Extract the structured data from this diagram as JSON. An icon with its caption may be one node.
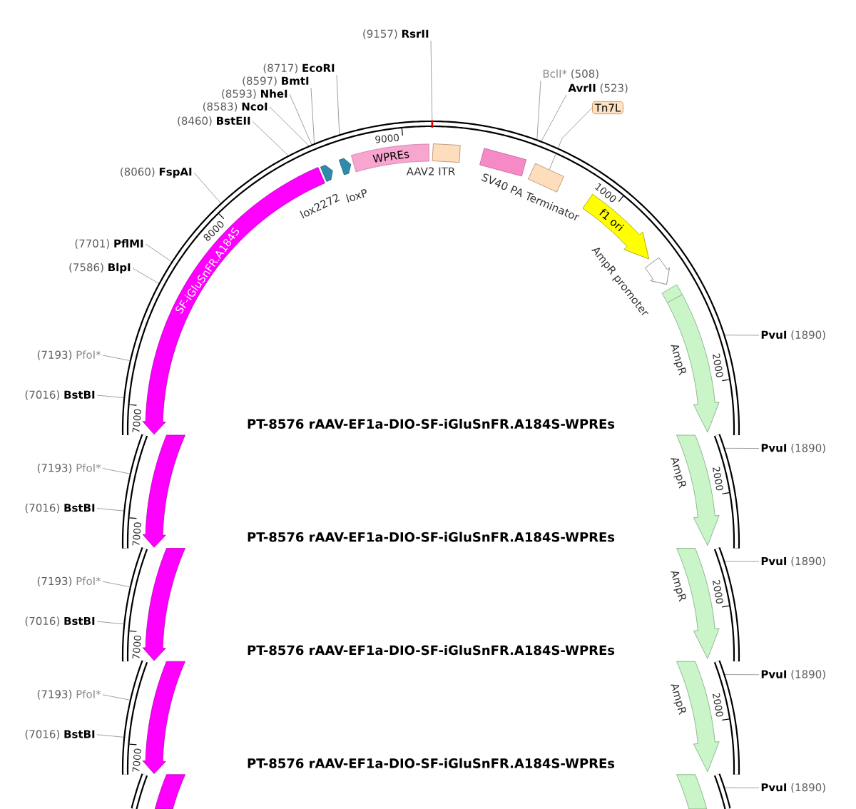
{
  "diagram": {
    "title": "PT-8576 rAAV-EF1a-DIO-SF-iGluSnFR.A184S-WPREs",
    "nodes": [
      {
        "text": [
          "(9157)",
          "RsrII"
        ]
      },
      {
        "text": [
          "(8717)",
          "EcoRI"
        ]
      },
      {
        "text": [
          "(8597)",
          "BmtI"
        ]
      },
      {
        "text": [
          "(8593)",
          "NheI"
        ]
      },
      {
        "text": [
          "(8583)",
          "NcoI"
        ]
      },
      {
        "text": [
          "(8460)",
          "BstEII"
        ]
      },
      {
        "text": [
          "(8060)",
          "FspAI"
        ]
      },
      {
        "text": [
          "(7701)",
          "PflMI"
        ]
      },
      {
        "text": [
          "(7586)",
          "BlpI"
        ]
      },
      {
        "text": [
          "(7193)",
          "PfoI*"
        ]
      },
      {
        "text": [
          "(7016)",
          "BstBI"
        ]
      },
      {
        "text": [
          "BclI*",
          "(508)"
        ]
      },
      {
        "text": [
          "AvrII",
          "(523)"
        ]
      },
      {
        "text": [
          "Tn7L"
        ]
      },
      {
        "text": [
          "PvuI",
          "(1890)"
        ]
      },
      {
        "text": [
          "SF-iGluSnFR.A184S"
        ]
      },
      {
        "text": [],
        "shape": "arrow"
      },
      {
        "text": [],
        "shape": "arrow",
        "beside": [
          "loxP"
        ]
      },
      {
        "text": [
          "WPREs"
        ]
      },
      {
        "text": [],
        "shape": "box",
        "beside": [
          "AAV2 ITR"
        ]
      },
      {
        "text": [],
        "shape": "box",
        "beside": [
          "SV40 PA Terminator"
        ]
      },
      {
        "text": [],
        "shape": "box"
      },
      {
        "text": [
          "f1 ori"
        ]
      },
      {
        "text": [],
        "shape": "arrow",
        "beside": [
          "AmpR promoter"
        ]
      },
      {
        "text": [],
        "shape": "arrow",
        "beside": [
          "AmpR"
        ]
      },
      {
        "text": [
          "PvuI",
          "(1890)"
        ]
      },
      {
        "text": [
          "(7193)",
          "PfoI*"
        ]
      },
      {
        "text": [
          "(7016)",
          "BstBI"
        ]
      },
      {
        "text": [],
        "shape": "arrow"
      },
      {
        "text": [],
        "shape": "arrow",
        "beside": [
          "AmpR"
        ]
      },
      {
        "text": [
          "PvuI",
          "(1890)"
        ]
      },
      {
        "text": [
          "(7193)",
          "PfoI*"
        ]
      },
      {
        "text": [
          "(7016)",
          "BstBI"
        ]
      },
      {
        "text": [],
        "shape": "arrow"
      },
      {
        "text": [],
        "shape": "arrow",
        "beside": [
          "AmpR"
        ]
      },
      {
        "text": [
          "PvuI",
          "(1890)"
        ]
      },
      {
        "text": [
          "(7193)",
          "PfoI*"
        ]
      },
      {
        "text": [
          "(7016)",
          "BstBI"
        ]
      },
      {
        "text": [],
        "shape": "arrow"
      },
      {
        "text": [],
        "shape": "arrow",
        "beside": [
          "AmpR"
        ]
      },
      {
        "text": [
          "PvuI",
          "(1890)"
        ]
      },
      {
        "text": [],
        "shape": "arrow"
      },
      {
        "text": [],
        "shape": "arrow"
      }
    ],
    "edges": [
      {
        "from": 0,
        "to": null,
        "arrow": "none"
      },
      {
        "from": 1,
        "to": null,
        "arrow": "none"
      },
      {
        "from": 2,
        "to": null,
        "arrow": "none"
      },
      {
        "from": 3,
        "to": null,
        "arrow": "none"
      },
      {
        "from": 4,
        "to": null,
        "arrow": "none"
      },
      {
        "from": 5,
        "to": null,
        "arrow": "none"
      },
      {
        "from": 6,
        "to": null,
        "arrow": "none"
      },
      {
        "from": 7,
        "to": null,
        "arrow": "none"
      },
      {
        "from": 8,
        "to": null,
        "arrow": "none"
      },
      {
        "from": 9,
        "to": null,
        "arrow": "none"
      },
      {
        "from": 10,
        "to": null,
        "arrow": "none"
      },
      {
        "from": 11,
        "to": null,
        "arrow": "none"
      },
      {
        "from": 12,
        "to": null,
        "arrow": "none"
      },
      {
        "from": 13,
        "to": 21,
        "arrow": "none"
      },
      {
        "from": 14,
        "to": null,
        "arrow": "none"
      },
      {
        "from": 25,
        "to": null,
        "arrow": "none"
      },
      {
        "from": 26,
        "to": null,
        "arrow": "none"
      },
      {
        "from": 27,
        "to": null,
        "arrow": "none"
      },
      {
        "from": 30,
        "to": null,
        "arrow": "none"
      },
      {
        "from": 31,
        "to": null,
        "arrow": "none"
      },
      {
        "from": 32,
        "to": null,
        "arrow": "none"
      },
      {
        "from": 35,
        "to": null,
        "arrow": "none"
      },
      {
        "from": 36,
        "to": null,
        "arrow": "none"
      },
      {
        "from": 37,
        "to": null,
        "arrow": "none"
      },
      {
        "from": 40,
        "to": null,
        "arrow": "none"
      }
    ],
    "labels": [
      "9000",
      "1000",
      "lox2272",
      "8000",
      "2000",
      "7000",
      "2000",
      "7000",
      "PT-8576 rAAV-EF1a-DIO-SF-iGluSnFR.A184S-WPREs",
      "2000",
      "7000",
      "PT-8576 rAAV-EF1a-DIO-SF-iGluSnFR.A184S-WPREs",
      "2000",
      "7000",
      "PT-8576 rAAV-EF1a-DIO-SF-iGluSnFR.A184S-WPREs"
    ]
  }
}
